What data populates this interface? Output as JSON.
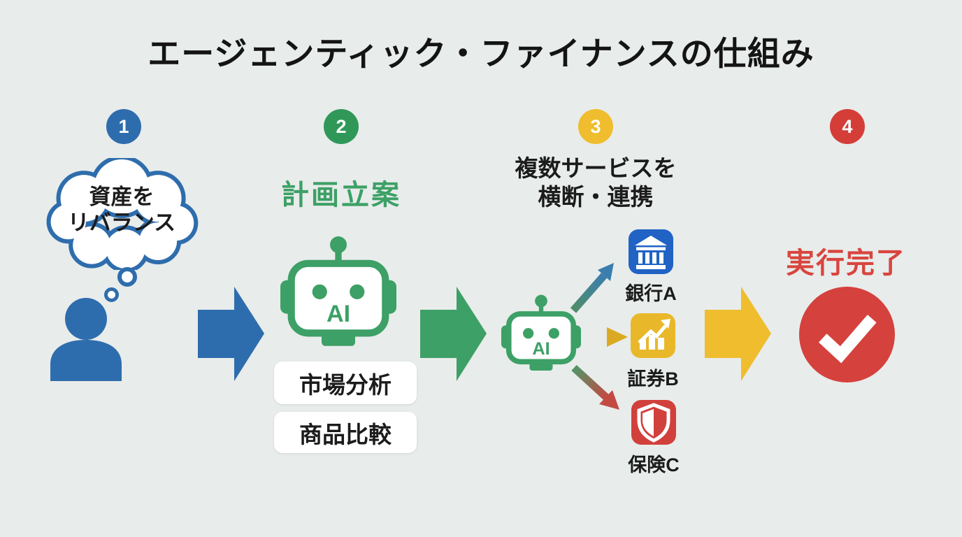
{
  "title": "エージェンティック・ファイナンスの仕組み",
  "colors": {
    "background": "#e8eceb",
    "blue": "#2e6dad",
    "green": "#3da066",
    "yellow": "#efbd2d",
    "red": "#d5413d",
    "bank_blue": "#2063c5",
    "securities_yellow": "#e9b82a",
    "insurance_red": "#d2403c",
    "text_black": "#1b1b1b",
    "done_red": "#d8453e"
  },
  "steps": {
    "step1": {
      "number": "1",
      "thought": {
        "line1": "資産を",
        "line2": "リバランス"
      }
    },
    "step2": {
      "number": "2",
      "label": "計画立案",
      "robot_label": "AI",
      "tasks": [
        "市場分析",
        "商品比較"
      ]
    },
    "step3": {
      "number": "3",
      "label_line1": "複数サービスを",
      "label_line2": "横断・連携",
      "robot_label": "AI",
      "services": [
        {
          "name": "銀行A",
          "icon": "bank-icon"
        },
        {
          "name": "証券B",
          "icon": "chart-icon"
        },
        {
          "name": "保険C",
          "icon": "shield-icon"
        }
      ]
    },
    "step4": {
      "number": "4",
      "label": "実行完了"
    }
  }
}
